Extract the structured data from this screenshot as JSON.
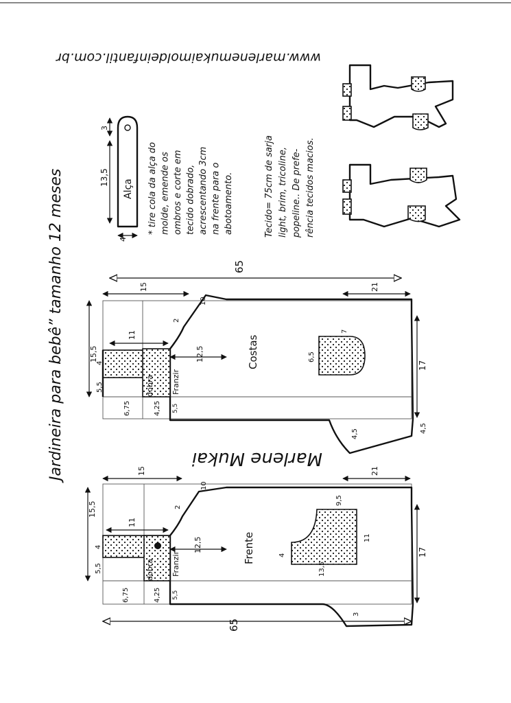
{
  "title": "Jardineira para bebê” tamanho 12 meses",
  "website": "www.marlenemukaimoldeinfantil.com.br",
  "signature": "Marlene Mukai",
  "strap": {
    "label": "Alça",
    "length": "13,5",
    "width": "4",
    "top": "3"
  },
  "strap_note": "* tire cola da alça do molde, emende os ombros e corte em tecido dobrado, acrescentando 3cm na frente para o abotoamento.",
  "strap_note_lines": [
    "* tire cola da alça do",
    "molde, emende os",
    "ombros e corte em",
    "tecido dobrado,",
    "acrescentando 3cm",
    "na frente para o",
    "abotoamento."
  ],
  "fabric_lines": [
    "Tecido= 75cm de sarja",
    "light, brim, tricoline,",
    "popeline.. De prefe-",
    "rência tecidos macios."
  ],
  "pieces": {
    "back": {
      "label": "Costas",
      "fold_label": "dobra",
      "gather_label": "Franzir",
      "dims": {
        "total": "65",
        "top_width": "15",
        "strap_seg": "10",
        "curve": "2",
        "bib_width": "11",
        "bib_height": "15,5",
        "d4": "4",
        "d55": "5,5",
        "d675": "6,75",
        "d425": "4,25",
        "d55b": "5,5",
        "d125": "12,5",
        "hem": "21",
        "leg": "17",
        "crotch_a": "4,5",
        "crotch_b": "4,5",
        "pocket_w": "6,5",
        "pocket_h": "7"
      }
    },
    "front": {
      "label": "Frente",
      "fold_label": "dobra",
      "gather_label": "Franzir",
      "dims": {
        "total": "65",
        "top_width": "15",
        "strap_seg": "10",
        "curve": "2",
        "bib_width": "11",
        "bib_height": "15,5",
        "d4": "4",
        "d55": "5,5",
        "d675": "6,75",
        "d425": "4,25",
        "d55b": "5,5",
        "d125": "12,5",
        "hem": "21",
        "leg": "17",
        "crotch": "3",
        "pocket_a": "9,5",
        "pocket_b": "11",
        "pocket_c": "4",
        "pocket_d": "13,5"
      }
    }
  },
  "colors": {
    "ink": "#111111",
    "paper": "#ffffff"
  }
}
